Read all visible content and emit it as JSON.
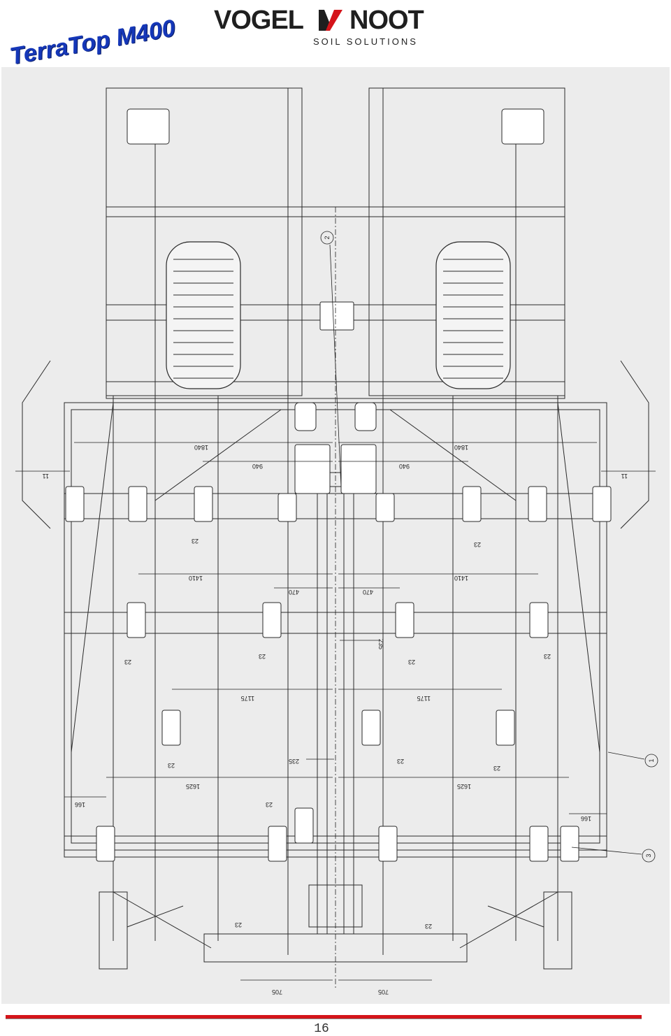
{
  "brand": {
    "left_word": "VOGEL",
    "right_word": "NOOT",
    "tagline": "SOIL SOLUTIONS",
    "accent_color": "#d4141a"
  },
  "product_title": "TerraTop M400",
  "drawing": {
    "callouts": [
      "1",
      "2",
      "3"
    ],
    "dimensions": {
      "d1840": "1840",
      "d940": "940",
      "d11": "11",
      "d23": "23",
      "d1410": "1410",
      "d470": "470",
      "d235": "235",
      "d1175": "1175",
      "d1625": "1625",
      "d166": "166",
      "d705": "705"
    }
  },
  "footer": {
    "page_number": "16",
    "line_color": "#d4141a"
  }
}
